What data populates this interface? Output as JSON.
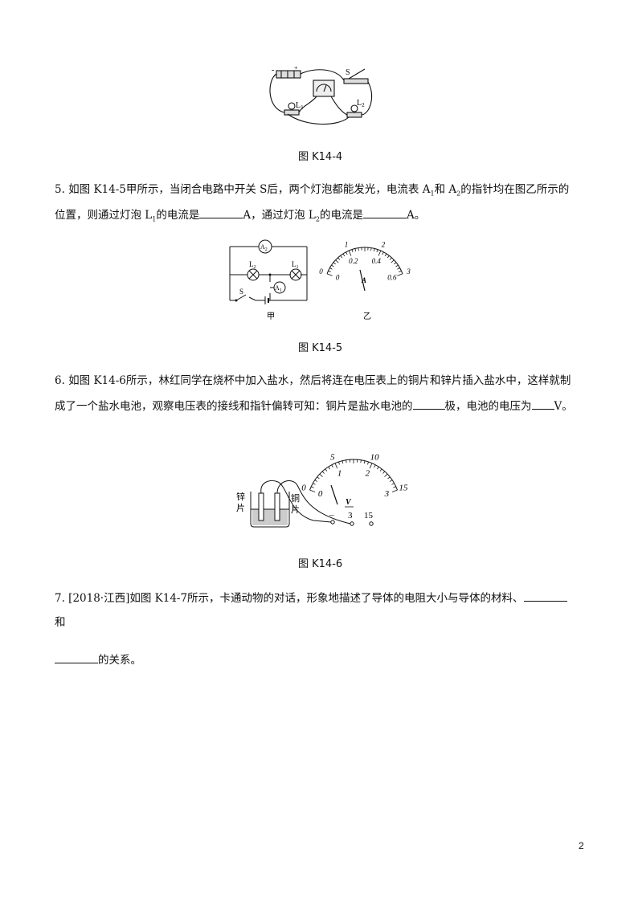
{
  "fig4": {
    "caption": "图 K14-4",
    "labels": {
      "minus": "-",
      "plus": "+",
      "switch": "S",
      "lamp1": "L",
      "lamp1_sub": "1",
      "lamp2": "L",
      "lamp2_sub": "2"
    }
  },
  "q5": {
    "line1_a": "5. 如图 K14-5甲所示，当闭合电路中开关 S后，两个灯泡都能发光，电流表 A",
    "line1_sub1": "1",
    "line1_b": "和 A",
    "line1_sub2": "2",
    "line1_c": "的指针均在图乙所示的",
    "line2_a": "位置，则通过灯泡 L",
    "line2_sub1": "1",
    "line2_b": "的电流是",
    "line2_c": "A，通过灯泡 L",
    "line2_sub2": "2",
    "line2_d": "的电流是",
    "line2_e": "A。"
  },
  "fig5": {
    "caption": "图 K14-5",
    "jia": "甲",
    "yi": "乙",
    "circuit": {
      "a2": "A",
      "a2_sub": "2",
      "a1": "A",
      "a1_sub": "1",
      "l2": "L",
      "l2_sub": "2",
      "l1": "L",
      "l1_sub": "1",
      "s": "S"
    },
    "meter": {
      "top_ticks": [
        "0",
        "1",
        "2",
        "3"
      ],
      "bottom_ticks": [
        "0",
        "0.2",
        "0.4",
        "0.6"
      ],
      "unit": "A"
    }
  },
  "q6": {
    "line1": "6. 如图 K14-6所示，林红同学在烧杯中加入盐水，然后将连在电压表上的铜片和锌片插入盐水中，这样就制",
    "line2_a": "成了一个盐水电池，观察电压表的接线和指针偏转可知：铜片是盐水电池的",
    "line2_b": "极，电池的电压为",
    "line2_c": "V。"
  },
  "fig6": {
    "caption": "图 K14-6",
    "zinc": [
      "锌",
      "片"
    ],
    "copper": [
      "铜",
      "片"
    ],
    "meter": {
      "top_ticks": [
        "0",
        "5",
        "10",
        "15"
      ],
      "bottom_ticks": [
        "0",
        "1",
        "2",
        "3"
      ],
      "unit": "V",
      "terminals": [
        "–",
        "3",
        "15"
      ]
    }
  },
  "q7": {
    "line1": "7. [2018·江西]如图 K14-7所示，卡通动物的对话，形象地描述了导体的电阻大小与导体的材料、",
    "line2": "和",
    "line3": "的关系。"
  },
  "page_number": "2"
}
